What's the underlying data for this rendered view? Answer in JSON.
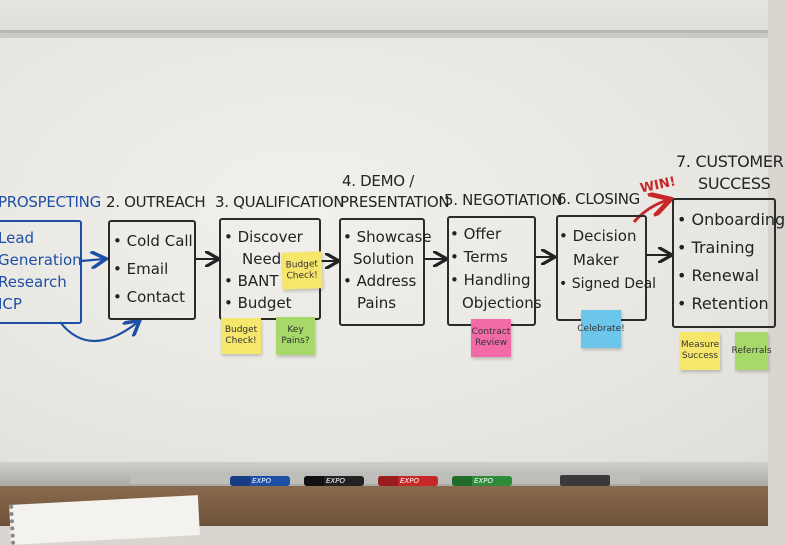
{
  "stages": [
    {
      "title": "PROSPECTING",
      "items": [
        "Lead",
        "Generation",
        "Research",
        "ICP"
      ]
    },
    {
      "title": "2. OUTREACH",
      "items": [
        "• Cold Call",
        "• Email",
        "• Contact"
      ]
    },
    {
      "title": "3. QUALIFICATION",
      "items": [
        "• Discover",
        "Needs",
        "• BANT",
        "• Budget"
      ]
    },
    {
      "title_line1": "4. DEMO /",
      "title_line2": "PRESENTATION",
      "items": [
        "• Showcase",
        "Solution",
        "• Address",
        "Pains"
      ]
    },
    {
      "title": "5. NEGOTIATION",
      "items": [
        "• Offer",
        "• Terms",
        "• Handling",
        "Objections"
      ]
    },
    {
      "title": "6. CLOSING",
      "items": [
        "• Decision",
        "Maker",
        "• Signed Deal"
      ]
    },
    {
      "title_line1": "7. CUSTOMER",
      "title_line2": "SUCCESS",
      "items": [
        "• Onboarding",
        "• Training",
        "• Renewal",
        "• Retention"
      ]
    }
  ],
  "win_label": "WIN!",
  "stickies": {
    "budget_check_top": "Budget Check!",
    "budget_check": "Budget Check!",
    "key_pains": "Key Pains?",
    "contract_review": "Contract Review",
    "celebrate": "Celebrate!",
    "measure_success": "Measure Success",
    "referrals": "Referrals"
  },
  "markers": [
    "EXPO",
    "EXPO",
    "EXPO",
    "EXPO"
  ],
  "colors": {
    "blue_ink": "#1e4fa6",
    "red_ink": "#c62828",
    "sticky_yellow": "#f6e66b",
    "sticky_green": "#a7d86a",
    "sticky_pink": "#f26aa6",
    "sticky_blue": "#6cc6ea"
  }
}
